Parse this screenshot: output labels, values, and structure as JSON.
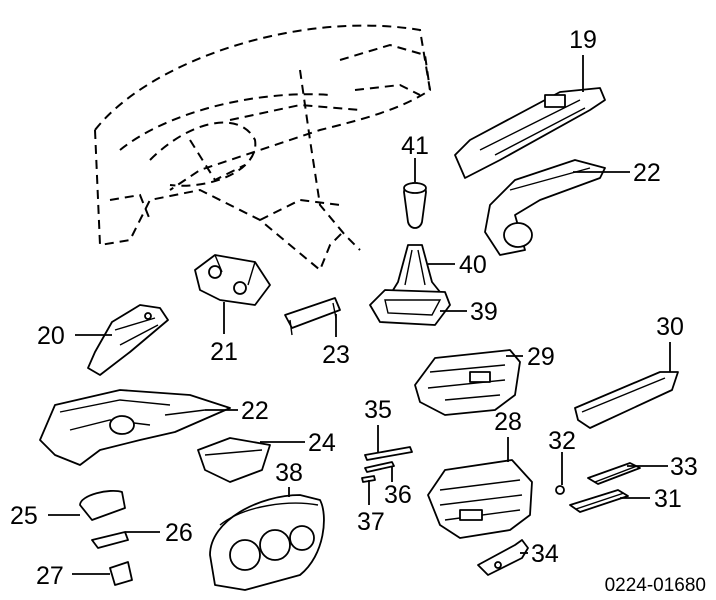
{
  "diagram": {
    "labels": {
      "p19": "19",
      "p22a": "22",
      "p41": "41",
      "p40": "40",
      "p39": "39",
      "p20": "20",
      "p21": "21",
      "p23": "23",
      "p30": "30",
      "p29": "29",
      "p22b": "22",
      "p24": "24",
      "p35": "35",
      "p28": "28",
      "p32": "32",
      "p33": "33",
      "p38": "38",
      "p36": "36",
      "p31": "31",
      "p25": "25",
      "p26": "26",
      "p37": "37",
      "p34": "34",
      "p27": "27"
    },
    "code": "0224-01680"
  }
}
